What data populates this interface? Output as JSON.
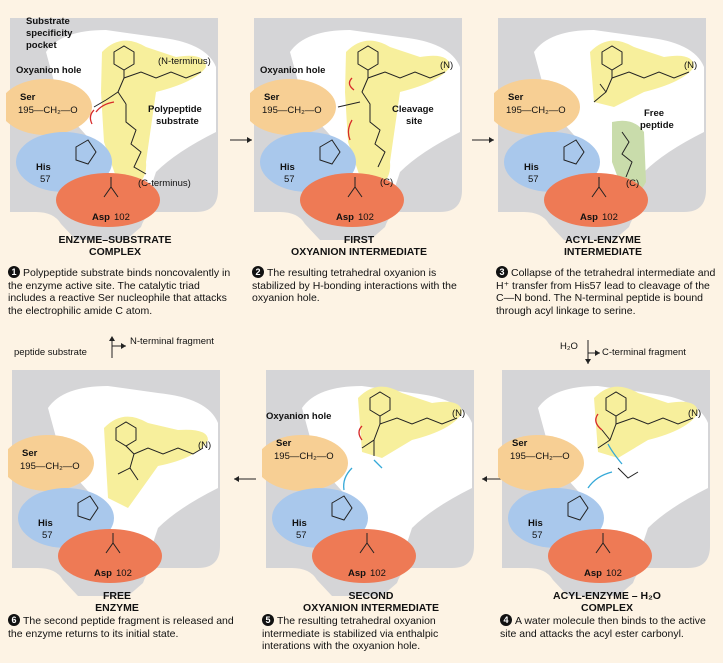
{
  "panels": [
    {
      "id": "p1",
      "title_l1": "ENZYME–SUBSTRATE",
      "title_l2": "COMPLEX",
      "step": "1",
      "text": "Polypeptide substrate binds noncovalently in the enzyme active site. The catalytic triad includes a reactive Ser nucleophile that attacks the electrophilic amide C atom.",
      "labels": {
        "specificity_l1": "Substrate",
        "specificity_l2": "specificity",
        "specificity_l3": "pocket",
        "oxyanion": "Oxyanion hole",
        "ser": "Ser",
        "ser_num": "195—CH₂—O",
        "his": "His",
        "his_num": "57",
        "asp": "Asp",
        "asp_num": "102",
        "nterm": "(N-terminus)",
        "cterm": "(C-terminus)",
        "poly_l1": "Polypeptide",
        "poly_l2": "substrate"
      }
    },
    {
      "id": "p2",
      "title_l1": "FIRST",
      "title_l2": "OXYANION INTERMEDIATE",
      "step": "2",
      "text": "The resulting tetrahedral oxyanion is stabilized by H-bonding interactions with the oxyanion hole.",
      "labels": {
        "oxyanion": "Oxyanion hole",
        "ser": "Ser",
        "ser_num": "195—CH₂—O",
        "his": "His",
        "his_num": "57",
        "asp": "Asp",
        "asp_num": "102",
        "n": "(N)",
        "c": "(C)",
        "cleave_l1": "Cleavage",
        "cleave_l2": "site"
      }
    },
    {
      "id": "p3",
      "title_l1": "ACYL-ENZYME",
      "title_l2": "INTERMEDIATE",
      "step": "3",
      "text": "Collapse of the tetrahedral intermediate and H⁺ transfer from His57 lead to cleavage of the C—N bond. The N-terminal peptide is bound through acyl linkage to serine.",
      "labels": {
        "ser": "Ser",
        "ser_num": "195—CH₂—O",
        "his": "His",
        "his_num": "57",
        "asp": "Asp",
        "asp_num": "102",
        "n": "(N)",
        "c": "(C)",
        "free_l1": "Free",
        "free_l2": "peptide"
      }
    },
    {
      "id": "p4",
      "title_l1": "ACYL-ENZYME – H₂O",
      "title_l2": "COMPLEX",
      "step": "4",
      "text": "A water molecule then binds to the active site and attacks the acyl ester carbonyl.",
      "labels": {
        "ser": "Ser",
        "ser_num": "195—CH₂—O",
        "his": "His",
        "his_num": "57",
        "asp": "Asp",
        "asp_num": "102",
        "n": "(N)"
      }
    },
    {
      "id": "p5",
      "title_l1": "SECOND",
      "title_l2": "OXYANION INTERMEDIATE",
      "step": "5",
      "text": "The resulting tetrahedral oxyanion intermediate is stabilized via enthalpic interations with the oxyanion hole.",
      "labels": {
        "oxyanion": "Oxyanion hole",
        "ser": "Ser",
        "ser_num": "195—CH₂—O",
        "his": "His",
        "his_num": "57",
        "asp": "Asp",
        "asp_num": "102",
        "n": "(N)"
      }
    },
    {
      "id": "p6",
      "title_l1": "FREE",
      "title_l2": "ENZYME",
      "step": "6",
      "text": "The second peptide fragment is released and the enzyme returns to its initial state.",
      "labels": {
        "ser": "Ser",
        "ser_num": "195—CH₂—O",
        "his": "His",
        "his_num": "57",
        "asp": "Asp",
        "asp_num": "102",
        "n": "(N)"
      }
    }
  ],
  "side_labels": {
    "peptide_substrate": "peptide substrate",
    "n_fragment": "N-terminal fragment",
    "water": "H₂O",
    "c_fragment": "C-terminal fragment"
  },
  "colors": {
    "background": "#fdf3e4",
    "enzyme": "#d5d5d7",
    "ser": "#f7cf94",
    "his": "#a9c8ec",
    "asp": "#ee7a55",
    "substrate": "#f7ef9c",
    "free_peptide": "#c9dcab",
    "arrow_red": "#d72a2a",
    "arrow_blue": "#35a9d8"
  }
}
